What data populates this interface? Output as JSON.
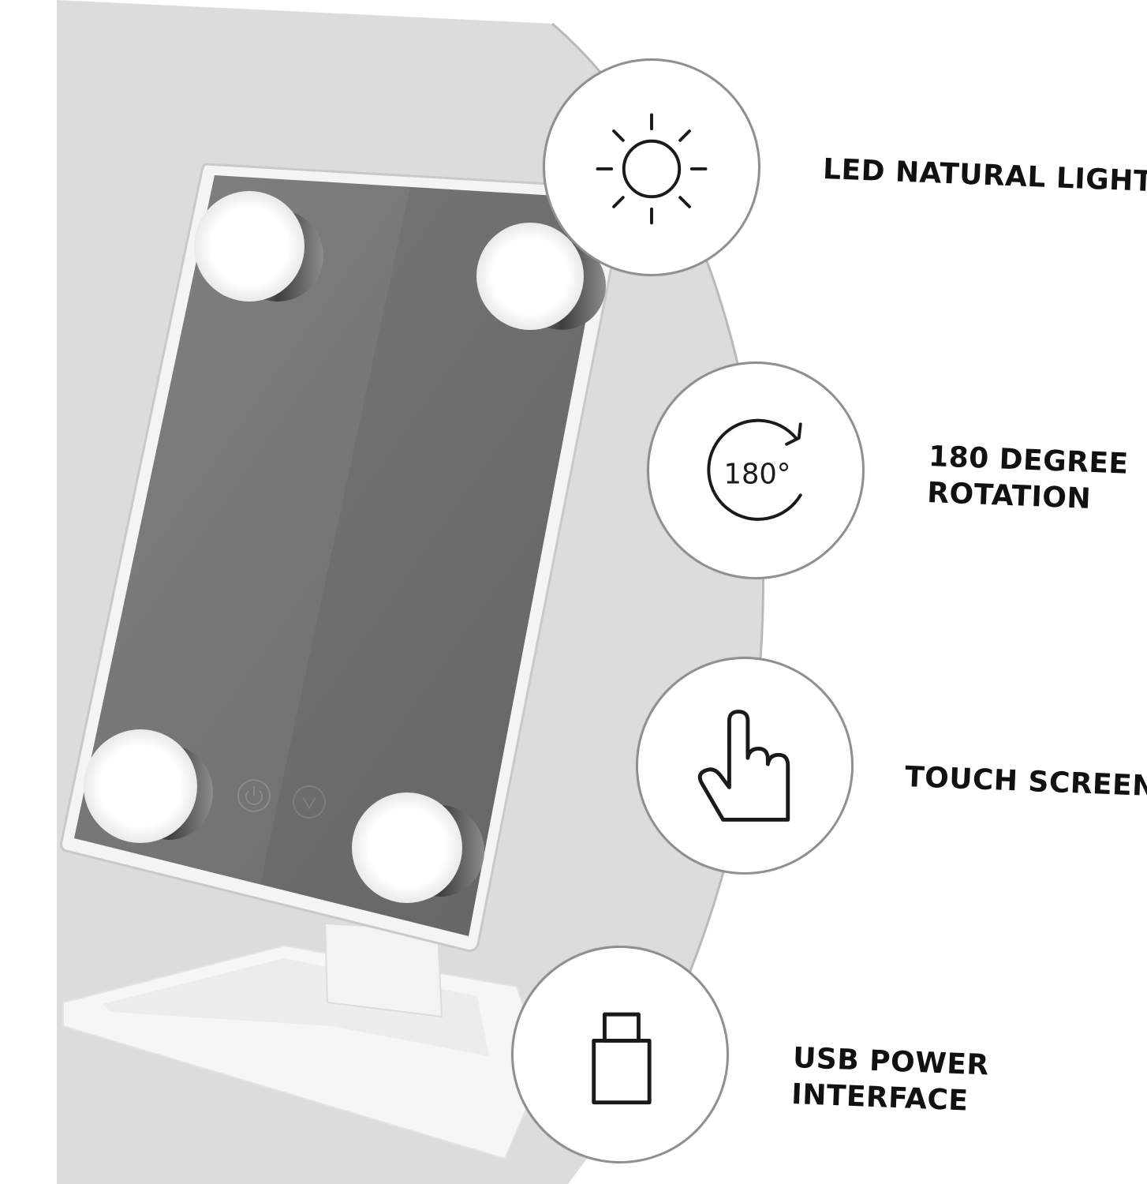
{
  "features": [
    {
      "icon": "sun-icon",
      "lines": [
        "LED NATURAL LIGHT"
      ]
    },
    {
      "icon": "rotation-180-icon",
      "icon_text": "180°",
      "lines": [
        "180 DEGREE",
        "ROTATION"
      ]
    },
    {
      "icon": "touch-hand-icon",
      "lines": [
        "TOUCH SCREEN"
      ]
    },
    {
      "icon": "usb-plug-icon",
      "lines": [
        "USB POWER",
        "INTERFACE"
      ]
    }
  ],
  "colors": {
    "background_panel": "#dcdcdc",
    "mirror_glass": "#6f6f6f",
    "frame": "#f4f4f4",
    "bulb_glow": "#ffffff",
    "circle_border": "#8f8f8f",
    "text": "#111111"
  }
}
